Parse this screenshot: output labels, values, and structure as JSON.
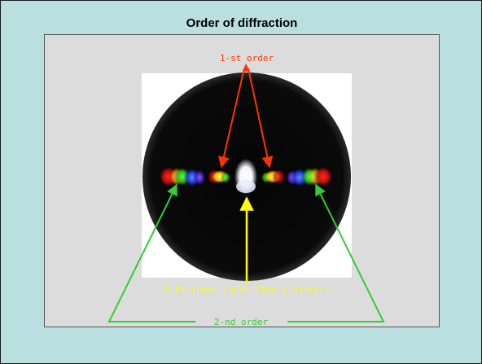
{
  "slide": {
    "title": "Order of diffraction"
  },
  "labels": {
    "first_order": "1-st order",
    "zeroth_order": "0-th order (acts like a mirror)",
    "second_order": "2-nd order"
  },
  "colors": {
    "background": "#b9dfe0",
    "panel": "#dcdcdc",
    "first_order_arrow": "#ff3300",
    "zeroth_order_arrow": "#ffff00",
    "second_order_arrow": "#33cc33"
  }
}
